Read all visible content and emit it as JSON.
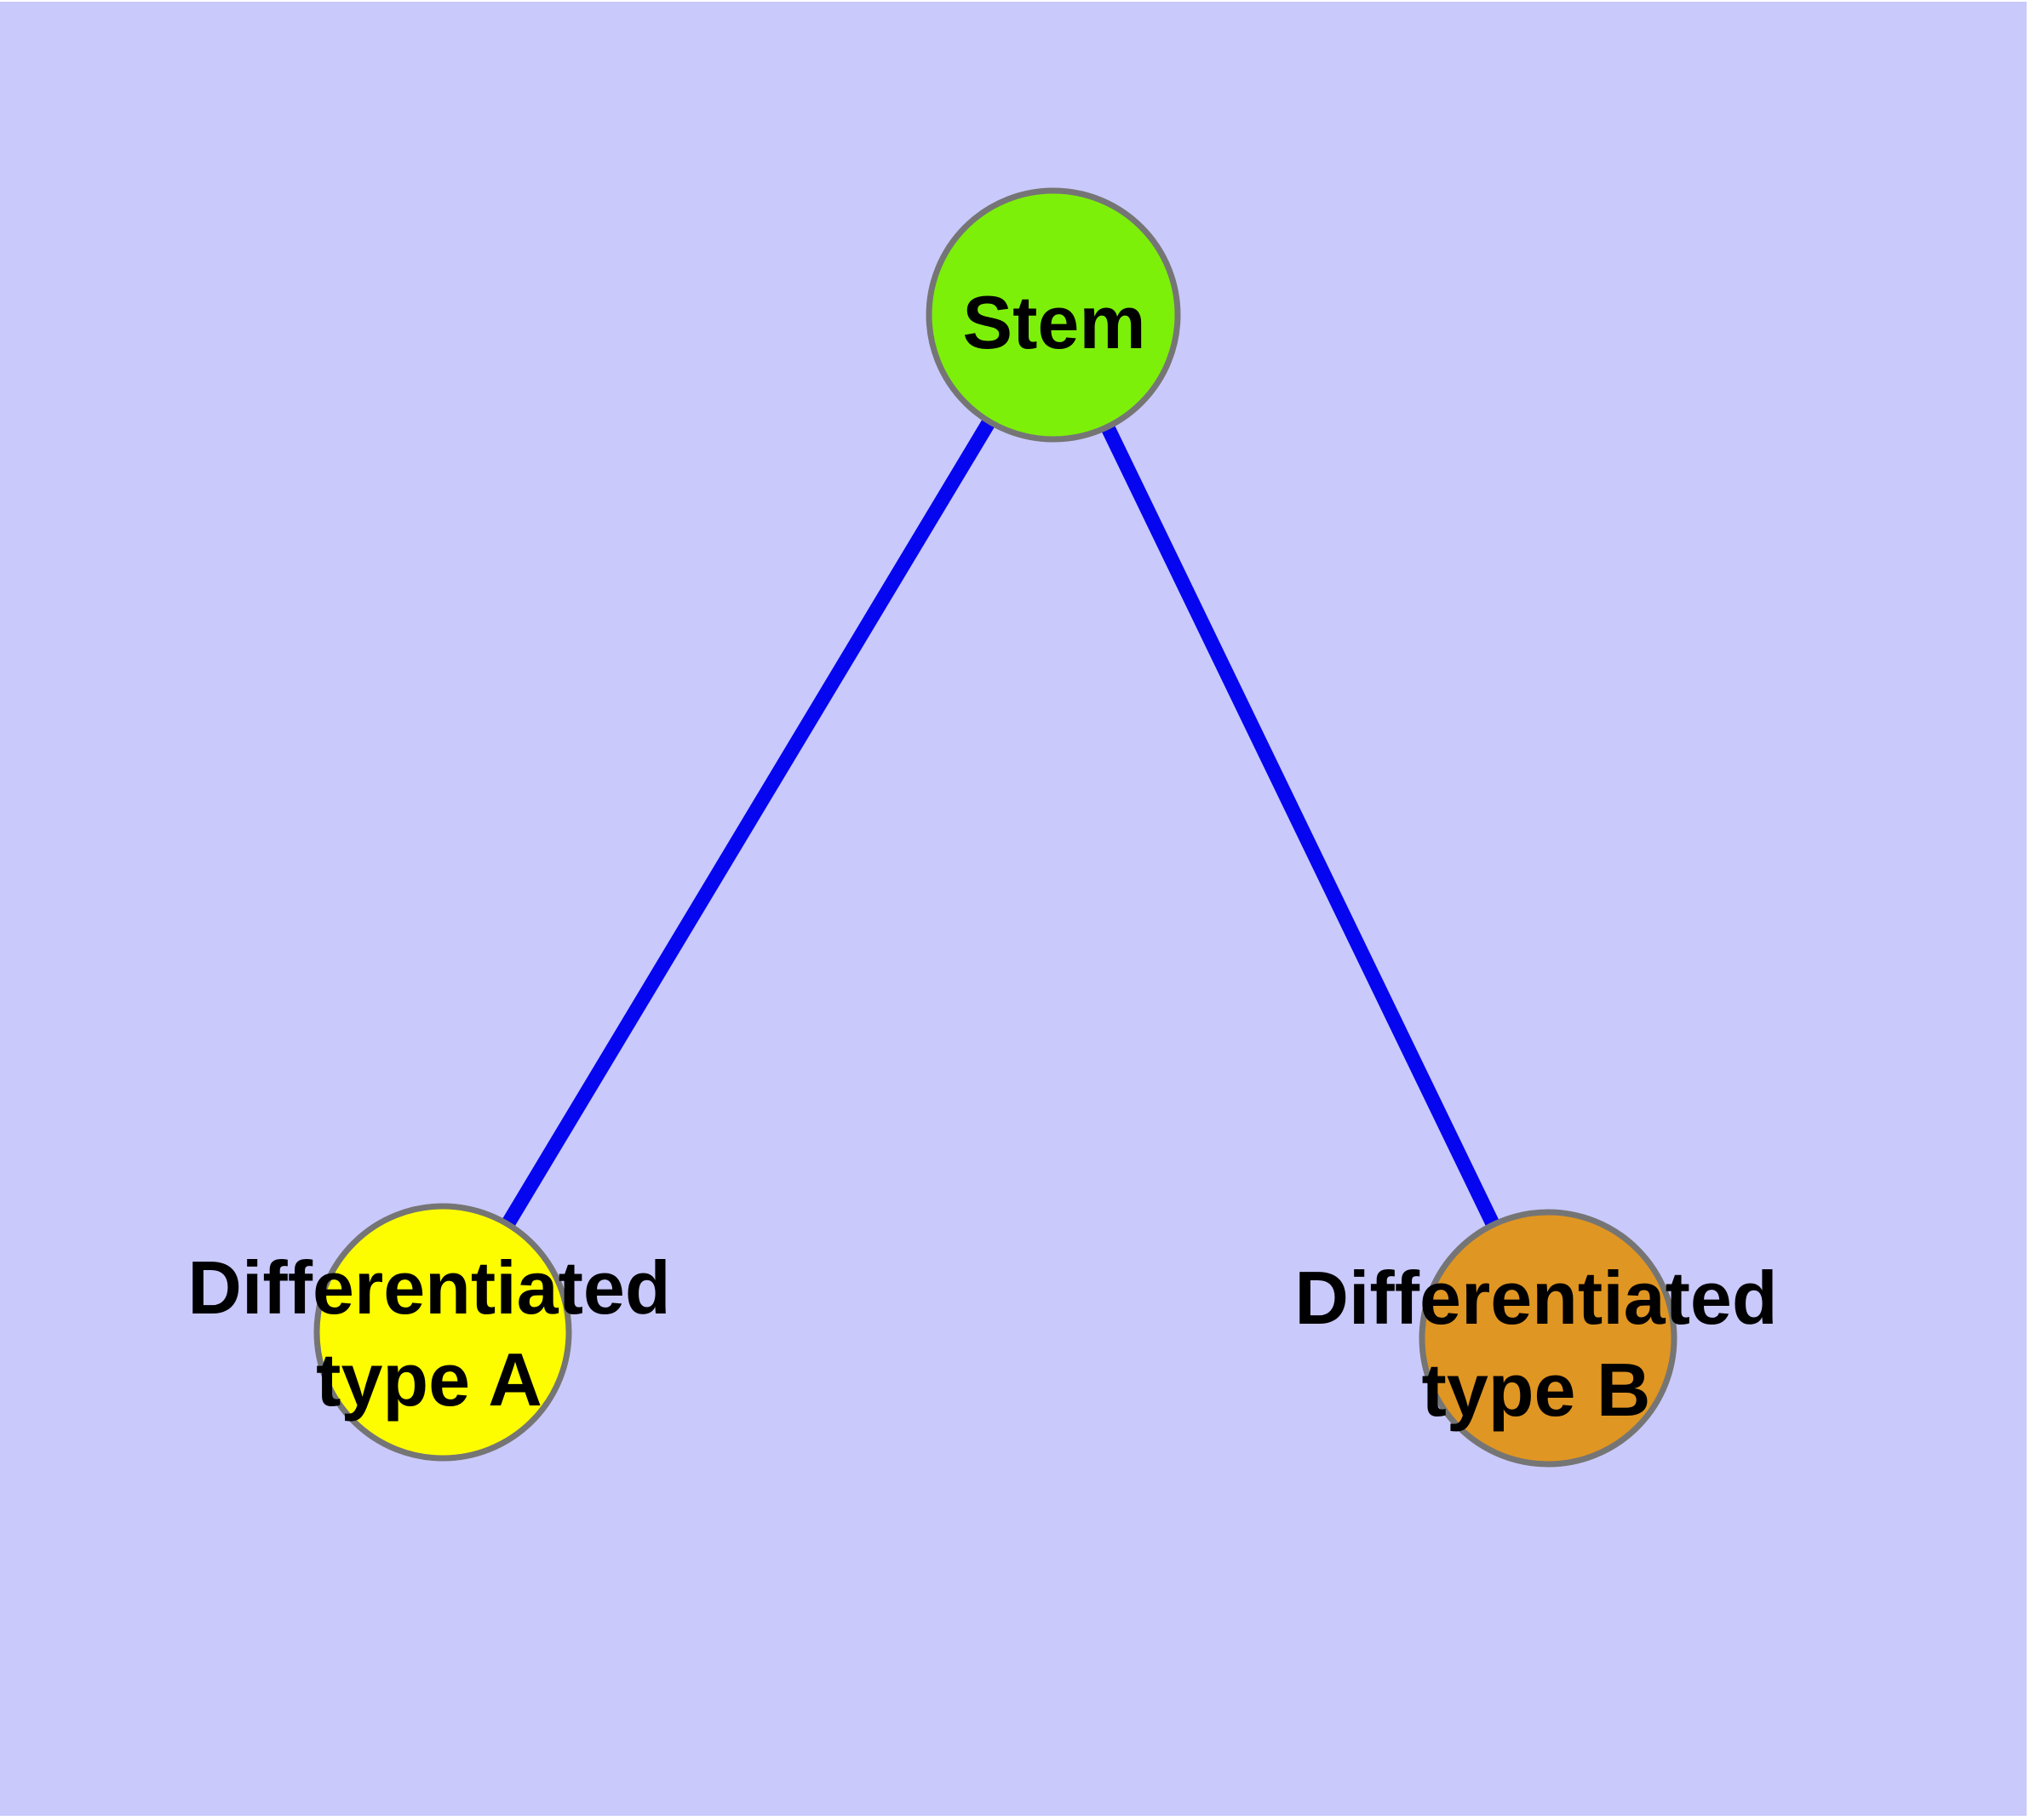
{
  "diagram": {
    "background_color": "#c9c9fb",
    "frame_color": "#ffffff",
    "edge_color": "#0505f0",
    "node_border_color": "#757575",
    "label_color": "#000000",
    "nodes": {
      "stem": {
        "label": "Stem",
        "fill": "#7df00a"
      },
      "type_a": {
        "label": "Differentiated type A",
        "label_line1": "Differentiated",
        "label_line2": "type A",
        "fill": "#fdfd00"
      },
      "type_b": {
        "label": "Differentiated type B",
        "label_line1": "Differentiated",
        "label_line2": "type B",
        "fill": "#e09622"
      }
    },
    "edges": [
      {
        "from": "stem",
        "to": "type_a"
      },
      {
        "from": "stem",
        "to": "type_b"
      }
    ]
  }
}
